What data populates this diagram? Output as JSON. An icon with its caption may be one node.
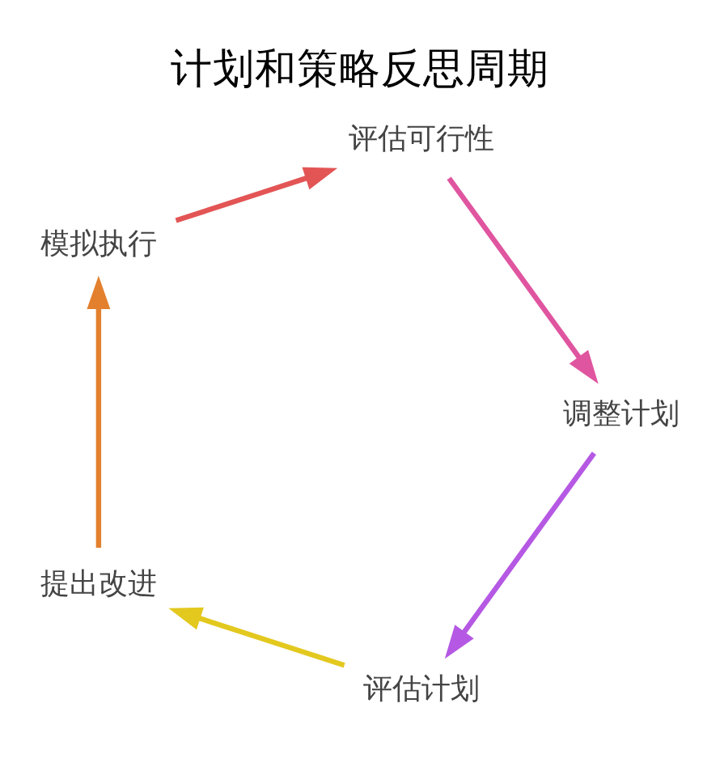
{
  "diagram": {
    "title": "计划和策略反思周期",
    "nodes": [
      {
        "text": [
          "评估计划"
        ]
      },
      {
        "text": [
          "提出改进"
        ]
      },
      {
        "text": [
          "模拟执行"
        ]
      },
      {
        "text": [
          "评估可行性"
        ]
      },
      {
        "text": [
          "调整计划"
        ]
      }
    ],
    "edges": [
      {
        "from": 0,
        "to": 1,
        "arrow": "to",
        "color": "#e3c81e"
      },
      {
        "from": 1,
        "to": 2,
        "arrow": "to",
        "color": "#e3802e"
      },
      {
        "from": 2,
        "to": 3,
        "arrow": "to",
        "color": "#e35555"
      },
      {
        "from": 3,
        "to": 4,
        "arrow": "to",
        "color": "#e0559f"
      },
      {
        "from": 4,
        "to": 0,
        "arrow": "to",
        "color": "#b558e3"
      }
    ]
  }
}
